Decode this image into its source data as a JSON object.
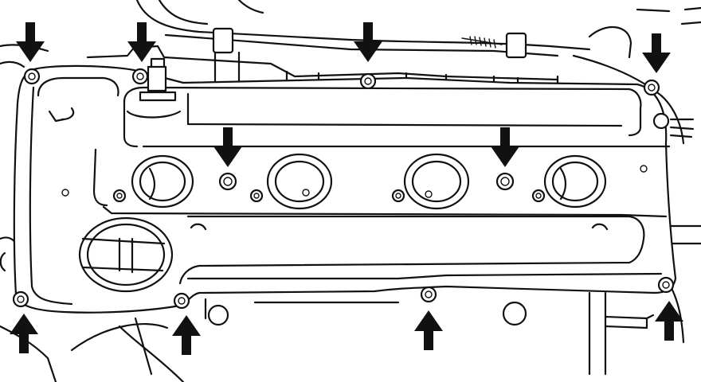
{
  "diagram": {
    "subject": "cylinder-head-cover",
    "colors": {
      "line": "#111111",
      "background": "#ffffff",
      "arrow": "#111111"
    },
    "arrows": [
      {
        "id": "arrow-down-1",
        "direction": "down"
      },
      {
        "id": "arrow-down-2",
        "direction": "down"
      },
      {
        "id": "arrow-down-3",
        "direction": "down"
      },
      {
        "id": "arrow-down-4",
        "direction": "down"
      },
      {
        "id": "arrow-down-5",
        "direction": "down"
      },
      {
        "id": "arrow-down-6",
        "direction": "down"
      },
      {
        "id": "arrow-up-1",
        "direction": "up"
      },
      {
        "id": "arrow-up-2",
        "direction": "up"
      },
      {
        "id": "arrow-up-3",
        "direction": "up"
      },
      {
        "id": "arrow-up-4",
        "direction": "up"
      }
    ],
    "bolt_count": 10
  }
}
